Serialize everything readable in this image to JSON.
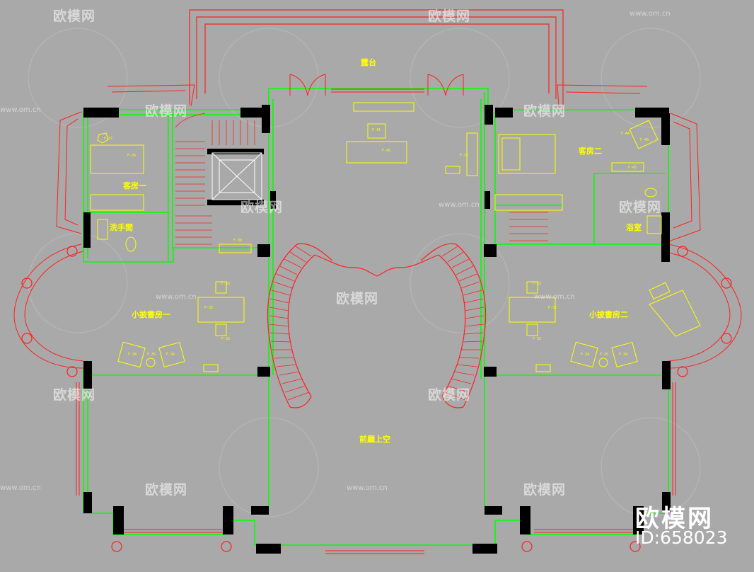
{
  "rooms": {
    "terrace": "露台",
    "guest1": "客房一",
    "guest2": "客房二",
    "washroom": "洗手間",
    "bathroom": "浴室",
    "study1": "小披書房一",
    "study2": "小披書房二",
    "hall": "前廳上空"
  },
  "tags": {
    "f41": "F-41",
    "f40": "F-40",
    "f37": "F-37",
    "f36": "F-36",
    "f39": "F-39",
    "f38": "F-38",
    "f44": "F-44",
    "f45": "F-45",
    "f46": "F-46",
    "f33a": "F-33",
    "f32a": "F-32",
    "f33b": "F-33",
    "f34a": "F-34",
    "f35a": "F-35",
    "f34b": "F-34",
    "f33c": "F-33",
    "f32b": "F-32",
    "f33d": "F-33",
    "f34c": "F-34",
    "f35b": "F-35",
    "f34d": "F-34"
  },
  "watermark": {
    "brand": "欧模网",
    "url": "www.om.cn"
  },
  "brand": {
    "name": "欧模网",
    "id": "ID:658023"
  },
  "colors": {
    "background": "#a9a9a9",
    "wall": "#00ff00",
    "stair": "#ff0000",
    "furniture": "#ffff00",
    "column": "#000000"
  }
}
